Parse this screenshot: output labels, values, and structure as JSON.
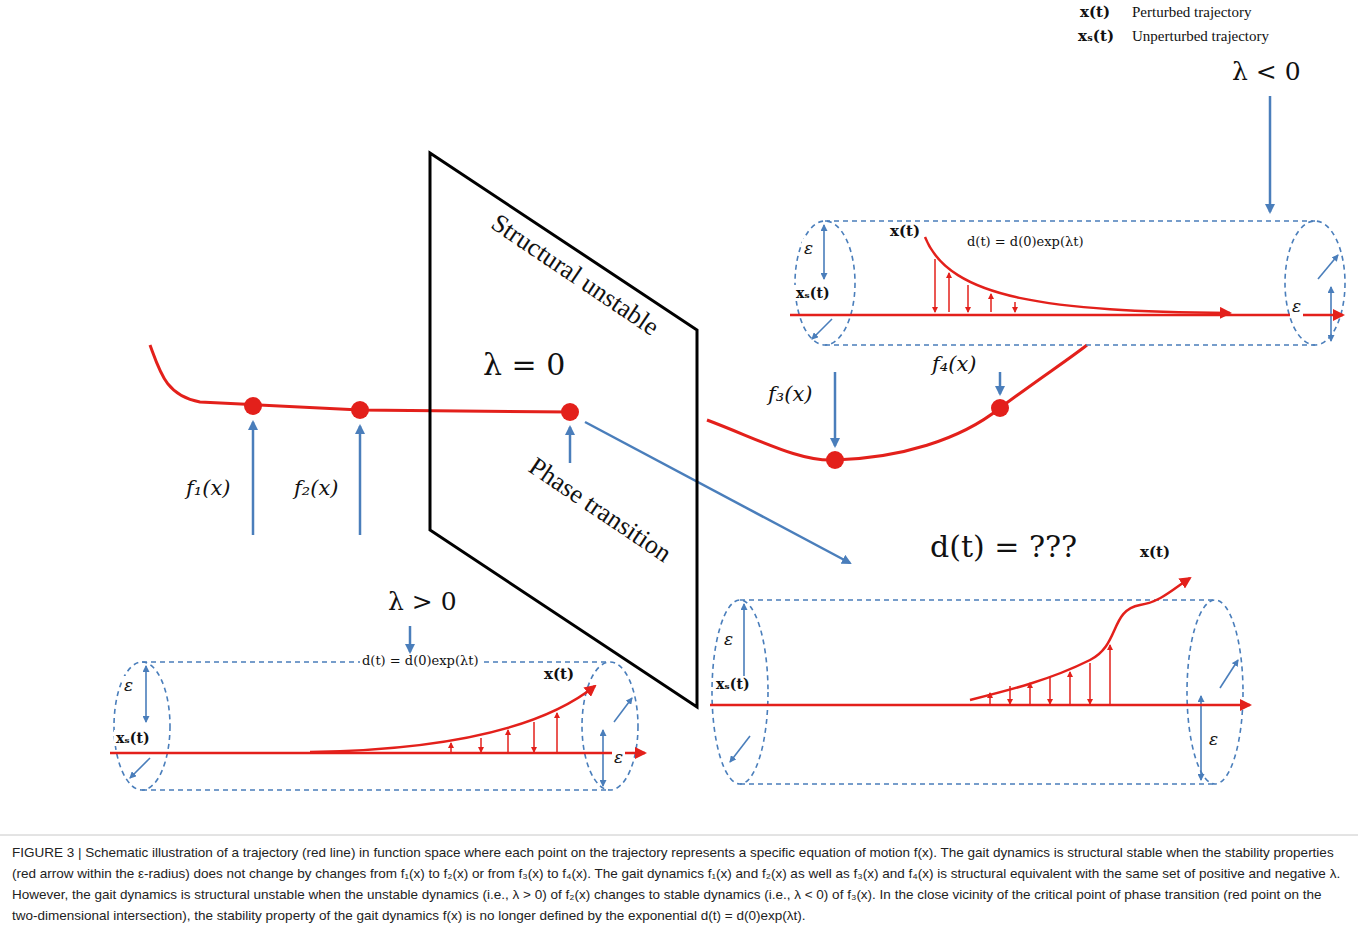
{
  "diagram": {
    "caption": "FIGURE 3 | Schematic illustration of a trajectory (red line) in function space where each point on the trajectory represents a specific equation of motion f(x). The gait dynamics is structural stable when the stability properties (red arrow within the ε-radius) does not change by changes from f₁(x) to f₂(x) or from f₃(x) to f₄(x). The gait dynamics f₁(x) and f₂(x) as well as f₃(x) and f₄(x) is structural equivalent with the same set of positive and negative λ. However, the gait dynamics is structural unstable when the unstable dynamics (i.e., λ > 0) of f₂(x) changes to stable dynamics (i.e., λ < 0) of f₃(x). In the close vicinity of the critical point of phase transition (red point on the two-dimensional intersection), the stability property of the gait dynamics f(x) is no longer defined by the exponential d(t) = d(0)exp(λt).",
    "nodes": [
      {
        "text": [
          "ε",
          "xₛ(t)",
          "x(t)",
          "d(t) = d(0)exp(λt)",
          "ε"
        ]
      },
      {
        "text": [
          "Structural unstable",
          "λ = 0",
          "Phase transition"
        ]
      },
      {
        "text": [
          "ε",
          "xₛ(t)",
          "d(t) = d(0)exp(λt)",
          "x(t)",
          "ε"
        ]
      },
      {
        "text": [
          "ε",
          "xₛ(t)",
          "d(t) = ???",
          "x(t)",
          "ε"
        ]
      }
    ],
    "labels": [
      "x(t)",
      "Perturbed trajectory",
      "xₛ(t)",
      "Unperturbed trajectory",
      "λ < 0",
      "f₄(x)",
      "f₃(x)",
      "f₁(x)",
      "f₂(x)",
      "λ > 0"
    ]
  }
}
